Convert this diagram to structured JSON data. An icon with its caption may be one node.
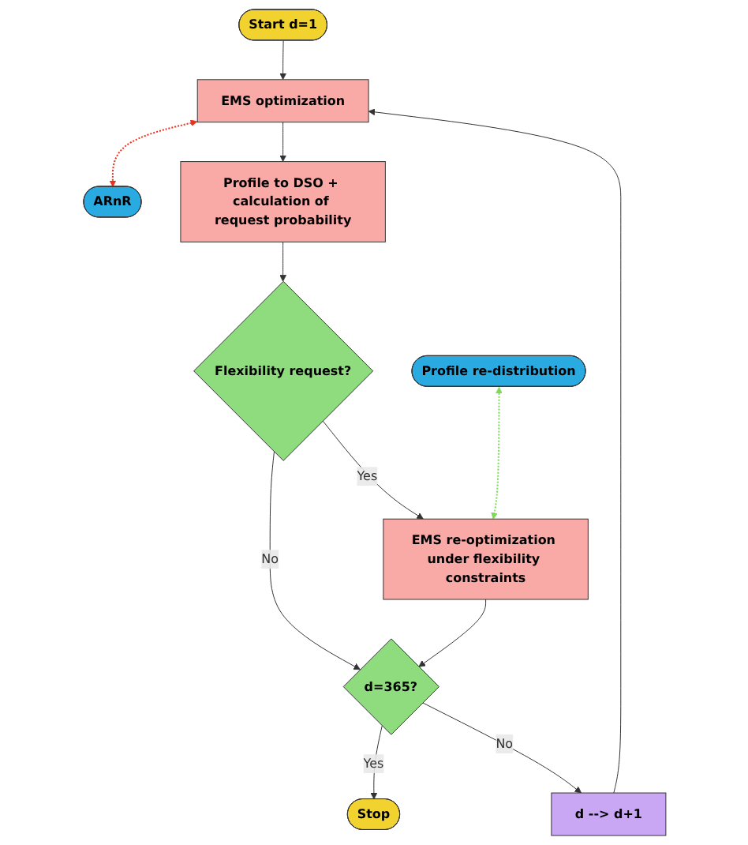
{
  "diagram": {
    "nodes": [
      {
        "text": [
          "Start d=1"
        ]
      },
      {
        "text": [
          "EMS optimization"
        ]
      },
      {
        "text": [
          "ARnR"
        ]
      },
      {
        "text": [
          "Profile to DSO + calculation of request probability"
        ]
      },
      {
        "text": [
          "Profile re-distribution"
        ]
      },
      {
        "text": [
          "d --> d+1"
        ]
      },
      {
        "text": [
          "Flexibility request?"
        ]
      },
      {
        "text": [
          "EMS re-optimization under flexibility constraints"
        ]
      },
      {
        "text": [
          "d=365?"
        ]
      },
      {
        "text": [
          "Stop"
        ]
      }
    ],
    "edges": [
      {
        "from": 0,
        "to": 1,
        "arrow": "to"
      },
      {
        "from": 1,
        "to": 2,
        "arrow": "both",
        "style": "dashed",
        "color": "#e8321e"
      },
      {
        "from": 1,
        "to": 3,
        "arrow": "to"
      },
      {
        "from": 3,
        "to": 6,
        "arrow": "to"
      },
      {
        "from": 6,
        "to": 7,
        "arrow": "to",
        "label": "Yes"
      },
      {
        "from": 4,
        "to": 7,
        "arrow": "both",
        "style": "dashed",
        "color": "#7ed957"
      },
      {
        "from": 6,
        "to": 8,
        "arrow": "to",
        "label": "No"
      },
      {
        "from": 7,
        "to": 8,
        "arrow": "to"
      },
      {
        "from": 8,
        "to": 9,
        "arrow": "to",
        "label": "Yes"
      },
      {
        "from": 8,
        "to": 5,
        "arrow": "to",
        "label": "No"
      },
      {
        "from": 5,
        "to": 1,
        "arrow": "to"
      }
    ]
  }
}
